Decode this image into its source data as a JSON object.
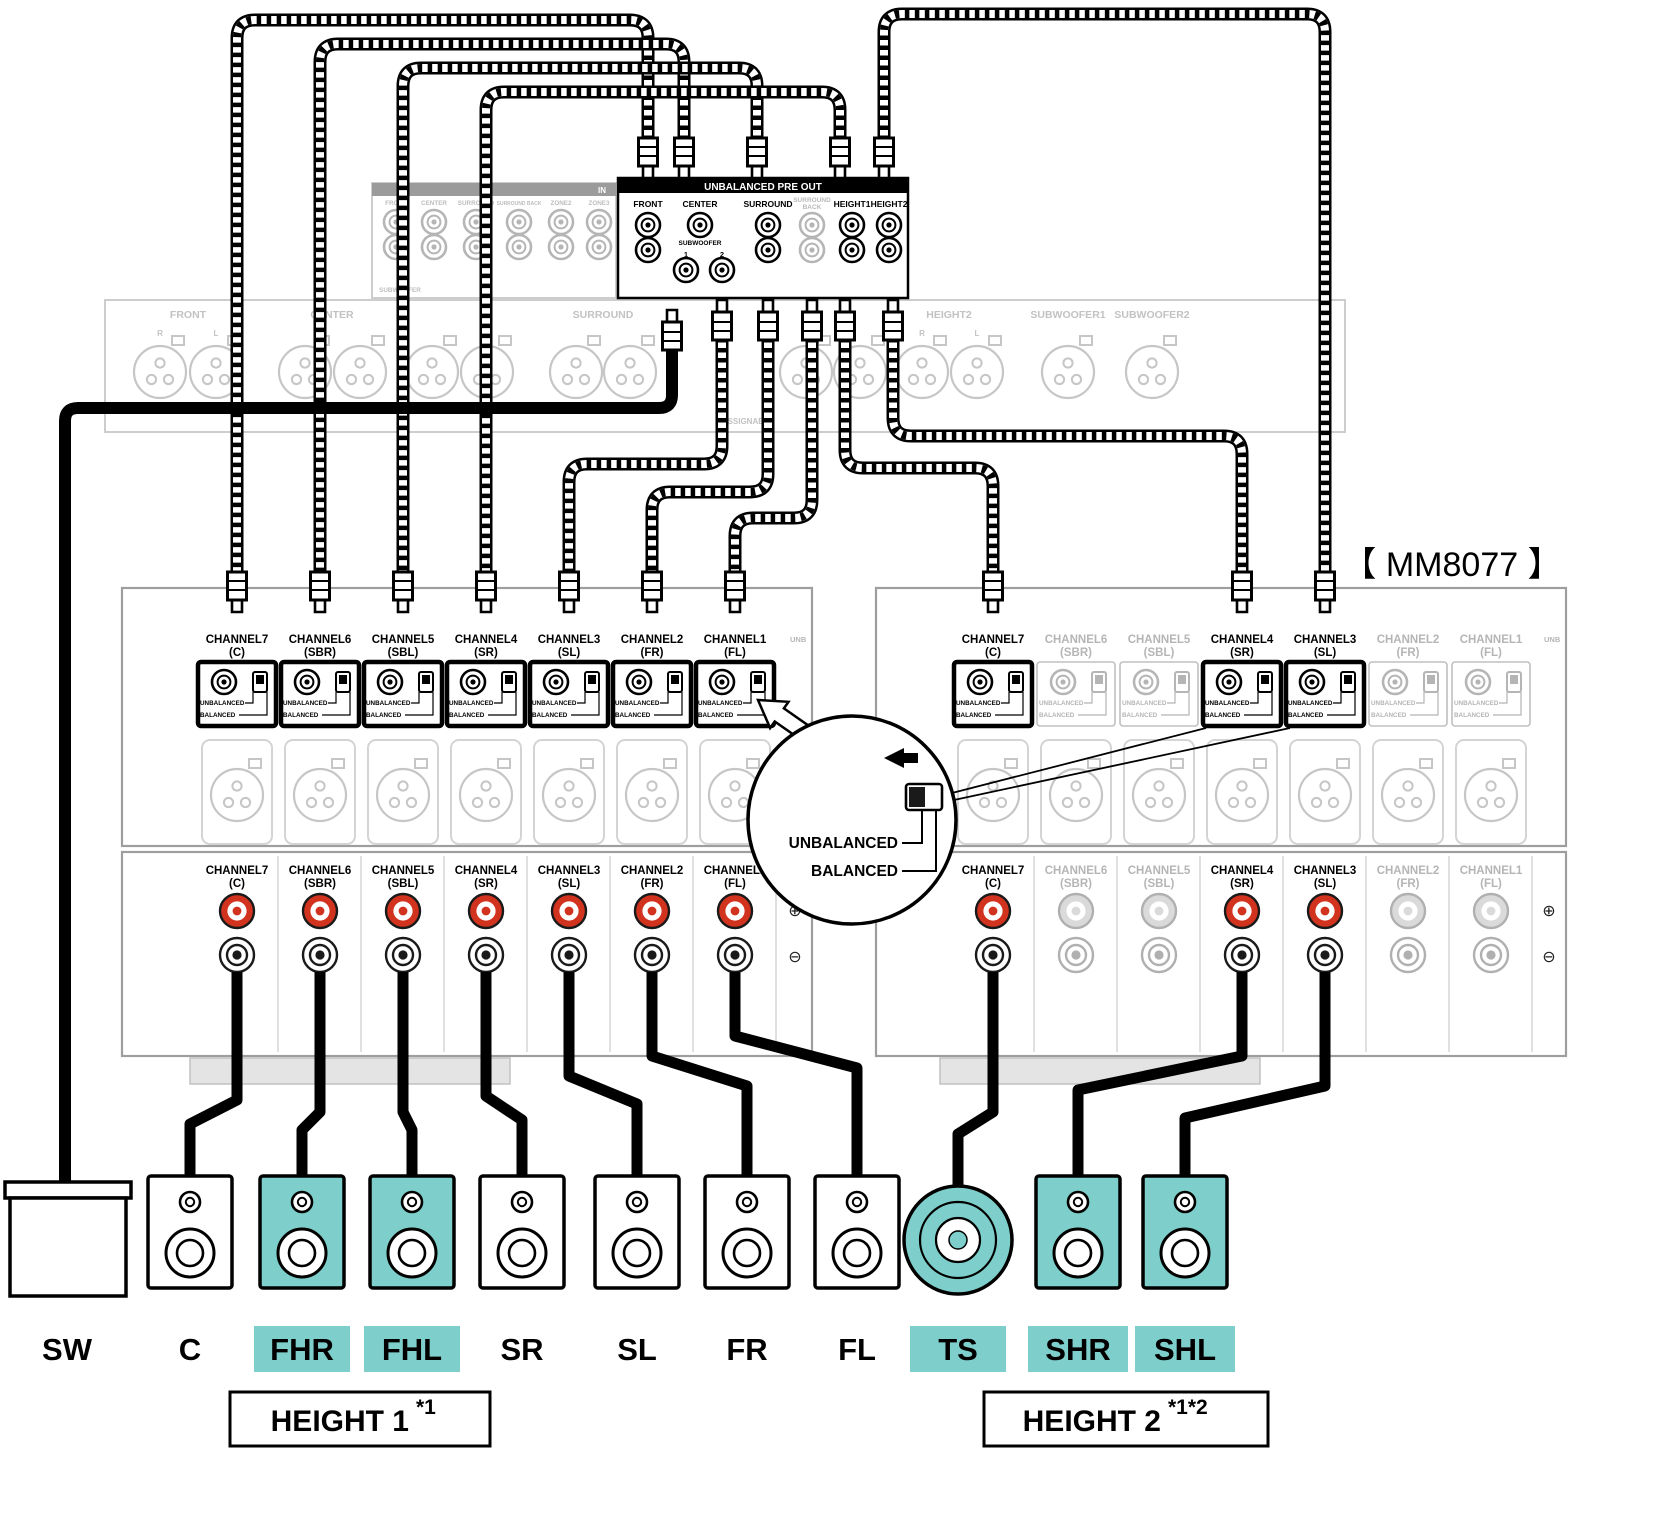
{
  "colors": {
    "teal": "#7ECFCB",
    "red": "#D2331F",
    "inactive_gray": "#B5B5B5"
  },
  "model_label": "【 MM8077 】",
  "receiver": {
    "preout": {
      "title": "UNBALANCED PRE OUT",
      "front": "FRONT",
      "center": "CENTER",
      "surround": "SURROUND",
      "surround_back_line1": "SURROUND",
      "surround_back_line2": "BACK",
      "height1": "HEIGHT1",
      "height2": "HEIGHT2",
      "subwoofer": "SUBWOOFER",
      "sub_1": "1",
      "sub_2": "2"
    },
    "zone_panel": {
      "in_label": "IN",
      "front": "FRONT",
      "center": "CENTER",
      "surround": "SURROUND",
      "surround_back": "SURROUND BACK",
      "zone2": "ZONE2",
      "zone3": "ZONE3",
      "subwoofer": "SUBWOOFER"
    },
    "xlr_panel": {
      "front": "FRONT",
      "center": "CENTER",
      "surround": "SURROUND",
      "height2": "HEIGHT2",
      "subwoofer1": "SUBWOOFER1",
      "subwoofer2": "SUBWOOFER2",
      "assignable": "ASSIGNABLE",
      "r": "R",
      "l": "L"
    }
  },
  "switch_labels": {
    "unbalanced": "UNBALANCED",
    "balanced": "BALANCED"
  },
  "callout": {
    "unbalanced": "UNBALANCED",
    "balanced": "BALANCED"
  },
  "amp1": {
    "edge_unb": "UNB",
    "plus": "⊕",
    "minus": "⊖",
    "channels": [
      {
        "name": "CHANNEL7",
        "sub": "(C)",
        "active": true
      },
      {
        "name": "CHANNEL6",
        "sub": "(SBR)",
        "active": true
      },
      {
        "name": "CHANNEL5",
        "sub": "(SBL)",
        "active": true
      },
      {
        "name": "CHANNEL4",
        "sub": "(SR)",
        "active": true
      },
      {
        "name": "CHANNEL3",
        "sub": "(SL)",
        "active": true
      },
      {
        "name": "CHANNEL2",
        "sub": "(FR)",
        "active": true
      },
      {
        "name": "CHANNEL1",
        "sub": "(FL)",
        "active": true
      }
    ]
  },
  "amp2": {
    "edge_unb": "UNB",
    "plus": "⊕",
    "minus": "⊖",
    "channels": [
      {
        "name": "CHANNEL7",
        "sub": "(C)",
        "active": true
      },
      {
        "name": "CHANNEL6",
        "sub": "(SBR)",
        "active": false
      },
      {
        "name": "CHANNEL5",
        "sub": "(SBL)",
        "active": false
      },
      {
        "name": "CHANNEL4",
        "sub": "(SR)",
        "active": true
      },
      {
        "name": "CHANNEL3",
        "sub": "(SL)",
        "active": true
      },
      {
        "name": "CHANNEL2",
        "sub": "(FR)",
        "active": false
      },
      {
        "name": "CHANNEL1",
        "sub": "(FL)",
        "active": false
      }
    ]
  },
  "speakers": [
    {
      "label": "SW",
      "type": "subwoofer",
      "highlight": false
    },
    {
      "label": "C",
      "type": "bookshelf",
      "highlight": false
    },
    {
      "label": "FHR",
      "type": "bookshelf",
      "highlight": true
    },
    {
      "label": "FHL",
      "type": "bookshelf",
      "highlight": true
    },
    {
      "label": "SR",
      "type": "bookshelf",
      "highlight": false
    },
    {
      "label": "SL",
      "type": "bookshelf",
      "highlight": false
    },
    {
      "label": "FR",
      "type": "bookshelf",
      "highlight": false
    },
    {
      "label": "FL",
      "type": "bookshelf",
      "highlight": false
    },
    {
      "label": "TS",
      "type": "ceiling",
      "highlight": true
    },
    {
      "label": "SHR",
      "type": "bookshelf",
      "highlight": true
    },
    {
      "label": "SHL",
      "type": "bookshelf",
      "highlight": true
    }
  ],
  "groups": [
    {
      "label": "HEIGHT 1",
      "note": "*1"
    },
    {
      "label": "HEIGHT 2",
      "note": "*1*2"
    }
  ]
}
